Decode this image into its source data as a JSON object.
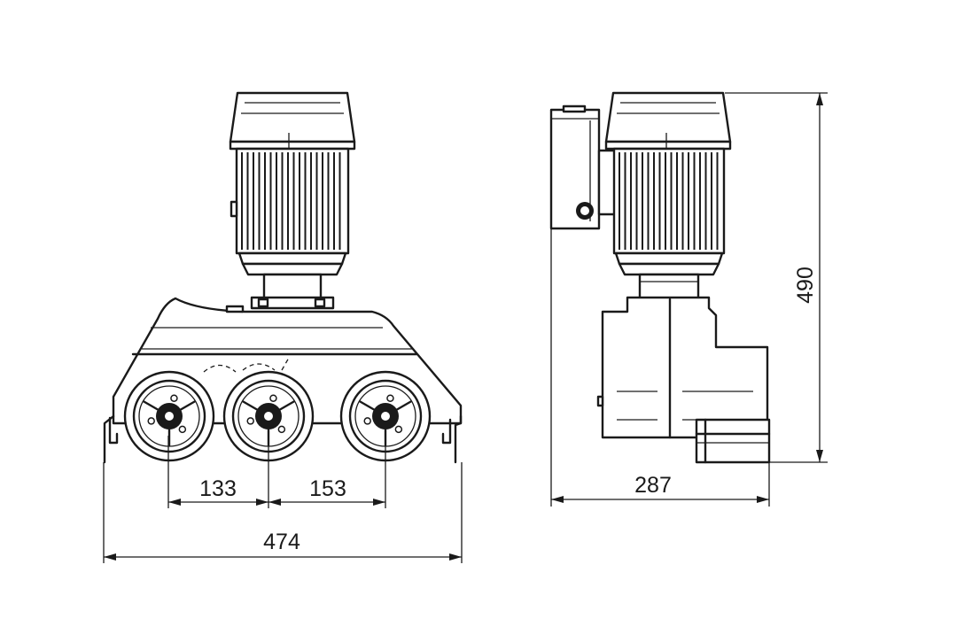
{
  "dimensions": {
    "pitch_left": "133",
    "pitch_right": "153",
    "overall_width": "474",
    "side_depth": "287",
    "overall_height": "490"
  },
  "colors": {
    "line": "#1a1a1a",
    "background": "#ffffff"
  }
}
